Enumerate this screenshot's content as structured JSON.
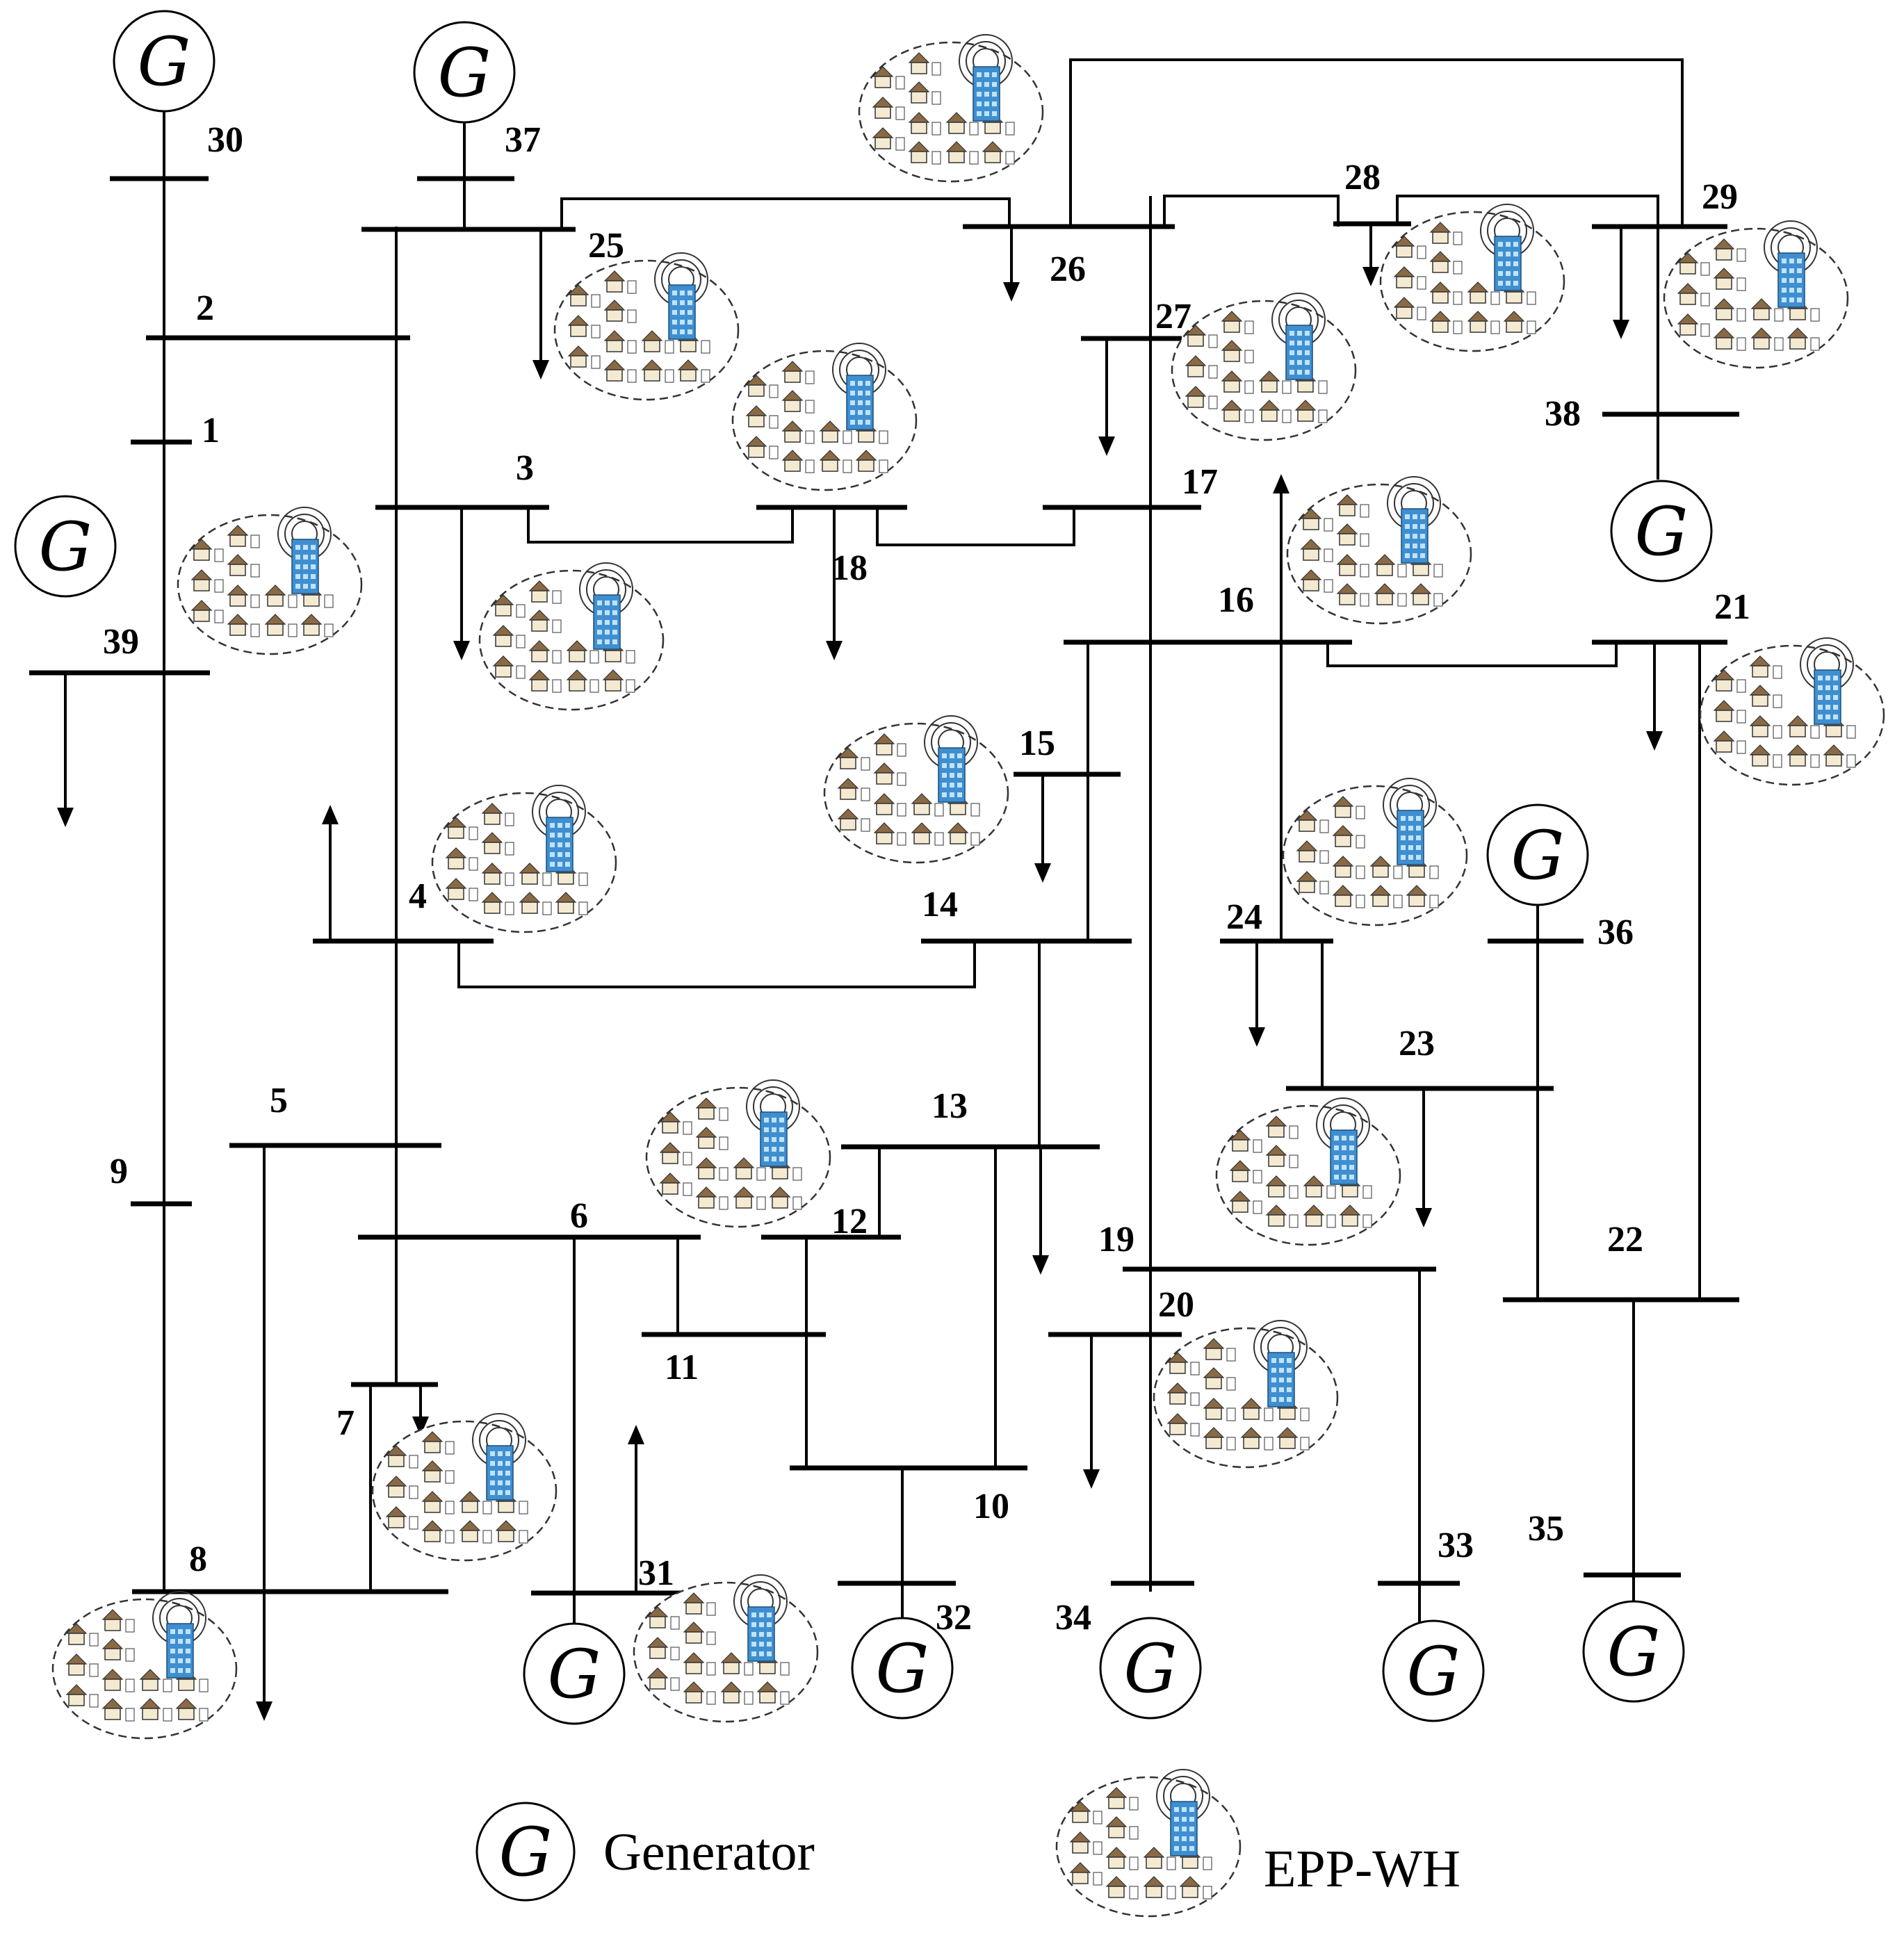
{
  "buses": [
    {
      "id": "b1",
      "label": "1"
    },
    {
      "id": "b2",
      "label": "2"
    },
    {
      "id": "b3",
      "label": "3"
    },
    {
      "id": "b4",
      "label": "4"
    },
    {
      "id": "b5",
      "label": "5"
    },
    {
      "id": "b6",
      "label": "6"
    },
    {
      "id": "b7",
      "label": "7"
    },
    {
      "id": "b8",
      "label": "8"
    },
    {
      "id": "b9",
      "label": "9"
    },
    {
      "id": "b10",
      "label": "10"
    },
    {
      "id": "b11",
      "label": "11"
    },
    {
      "id": "b12",
      "label": "12"
    },
    {
      "id": "b13",
      "label": "13"
    },
    {
      "id": "b14",
      "label": "14"
    },
    {
      "id": "b15",
      "label": "15"
    },
    {
      "id": "b16",
      "label": "16"
    },
    {
      "id": "b17",
      "label": "17"
    },
    {
      "id": "b18",
      "label": "18"
    },
    {
      "id": "b19",
      "label": "19"
    },
    {
      "id": "b20",
      "label": "20"
    },
    {
      "id": "b21",
      "label": "21"
    },
    {
      "id": "b22",
      "label": "22"
    },
    {
      "id": "b23",
      "label": "23"
    },
    {
      "id": "b24",
      "label": "24"
    },
    {
      "id": "b25",
      "label": "25"
    },
    {
      "id": "b26",
      "label": "26"
    },
    {
      "id": "b27",
      "label": "27"
    },
    {
      "id": "b28",
      "label": "28"
    },
    {
      "id": "b29",
      "label": "29"
    },
    {
      "id": "b30",
      "label": "30"
    },
    {
      "id": "b31",
      "label": "31"
    },
    {
      "id": "b32",
      "label": "32"
    },
    {
      "id": "b33",
      "label": "33"
    },
    {
      "id": "b34",
      "label": "34"
    },
    {
      "id": "b35",
      "label": "35"
    },
    {
      "id": "b36",
      "label": "36"
    },
    {
      "id": "b37",
      "label": "37"
    },
    {
      "id": "b38",
      "label": "38"
    },
    {
      "id": "b39",
      "label": "39"
    }
  ],
  "generator_symbol": "G",
  "legend": {
    "generator_symbol": "G",
    "generator_label": "Generator",
    "epp_label": "EPP-WH"
  }
}
